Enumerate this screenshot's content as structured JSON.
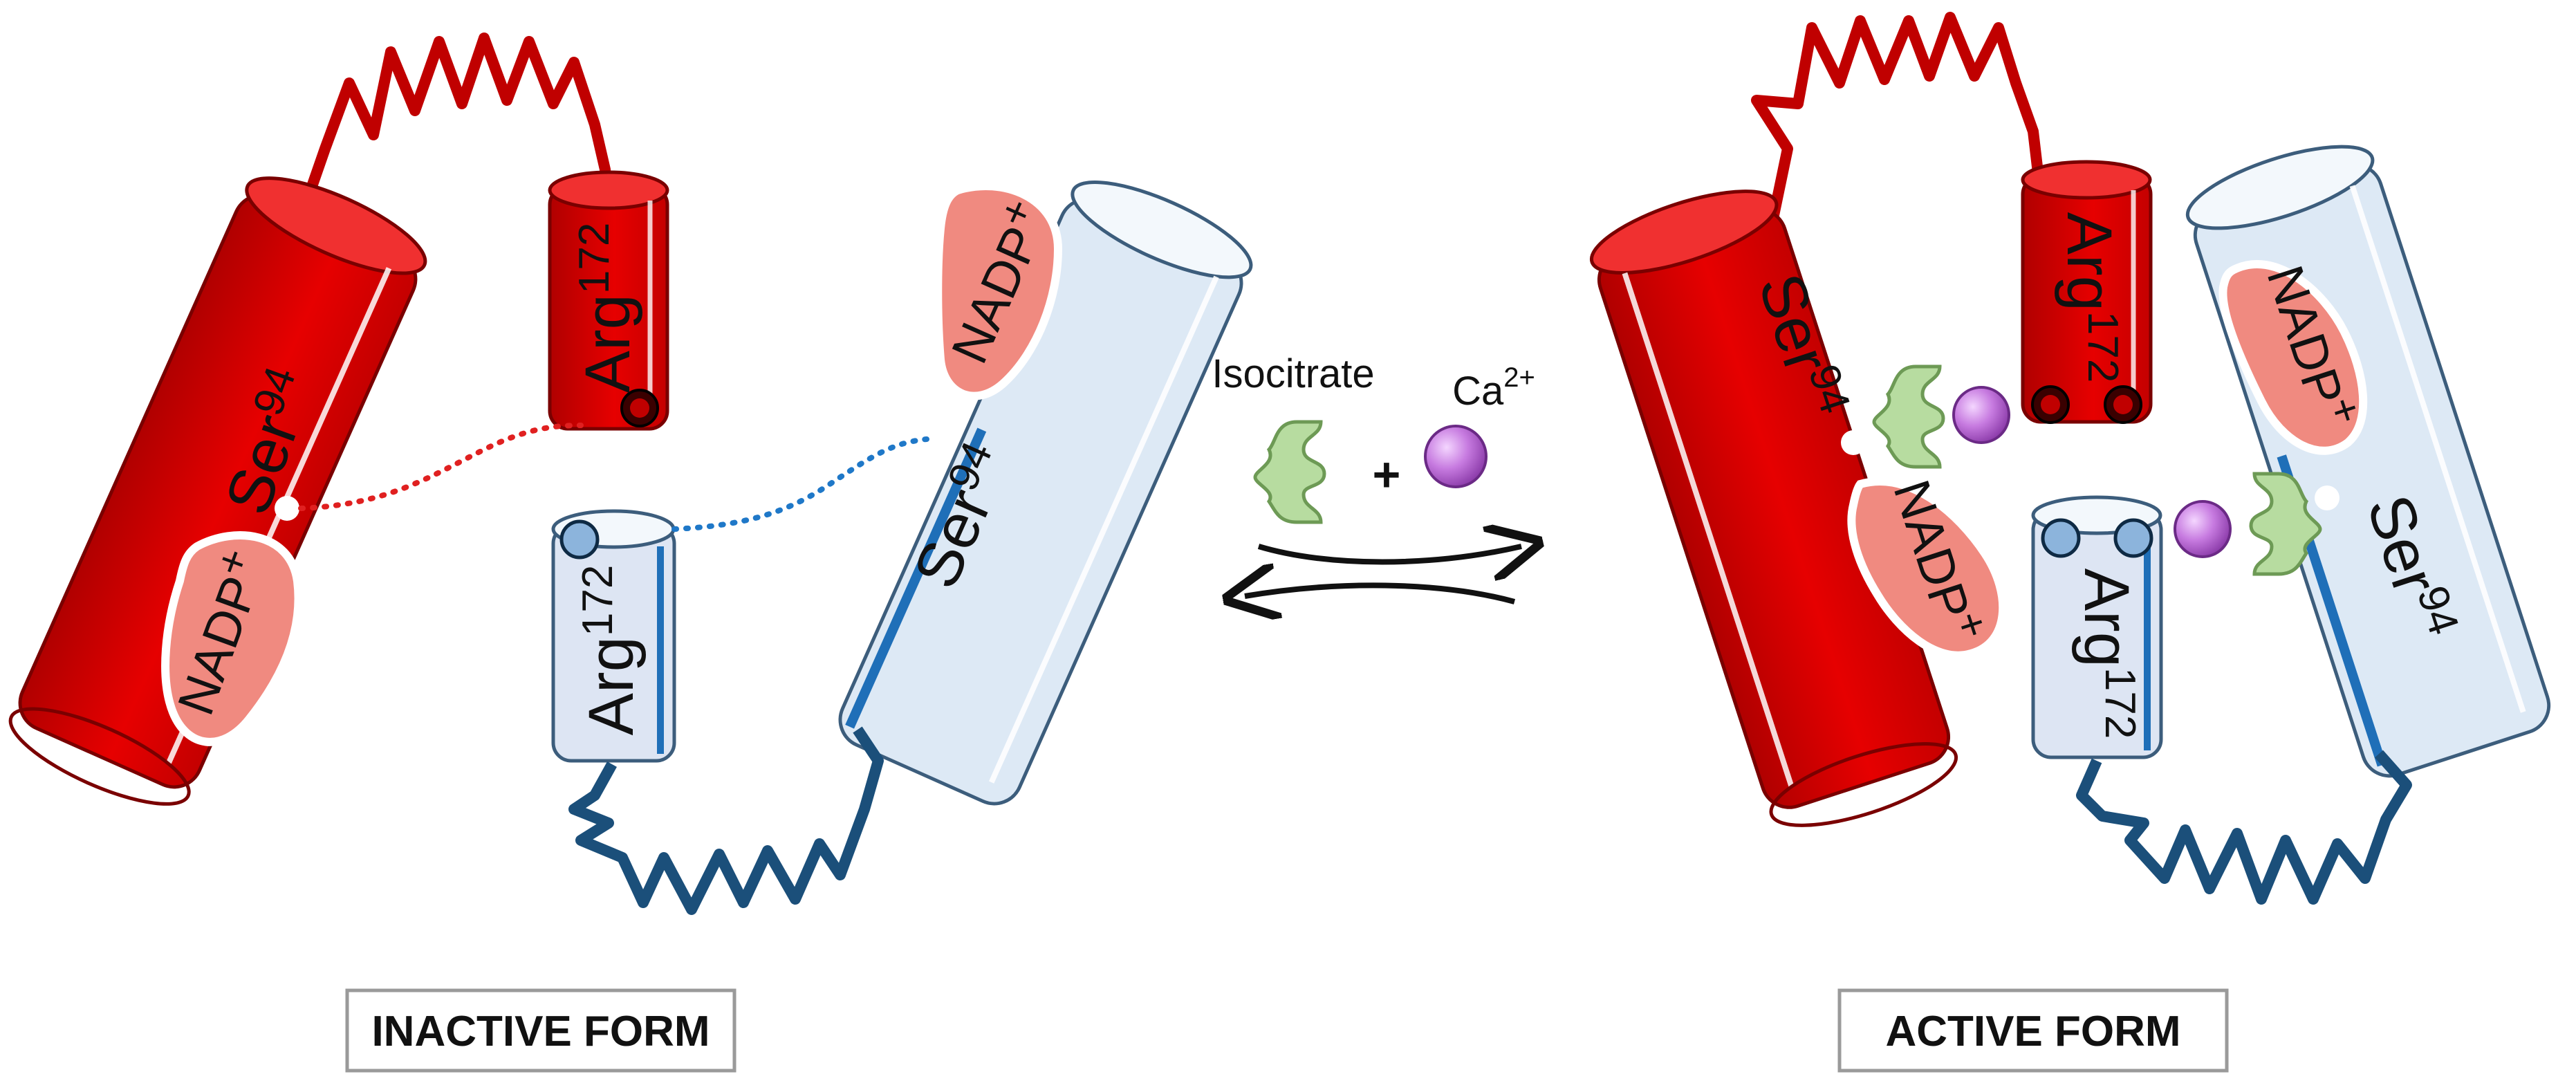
{
  "colors": {
    "red_domain": "#e00000",
    "red_dark": "#9c0000",
    "blue_domain": "#dde9f5",
    "blue_stripe": "#1f6fb8",
    "blue_dark": "#1b4f7a",
    "nadp_fill": "#f08a80",
    "isocitrate_fill": "#b7dca0",
    "calcium_fill": "#c77be0",
    "red_link": "#e02020",
    "blue_link": "#1f78c8"
  },
  "labels": {
    "ser_base": "Ser",
    "ser_sup": "94",
    "arg_base": "Arg",
    "arg_sup": "172",
    "nadp_base": "NADP",
    "nadp_sup": "+"
  },
  "legend": {
    "isocitrate": "Isocitrate",
    "calcium_base": "Ca",
    "calcium_sup": "2+",
    "plus": "+"
  },
  "forms": {
    "inactive": "INACTIVE FORM",
    "active": "ACTIVE FORM"
  },
  "icons": {
    "isocitrate": "isocitrate-bracket-icon",
    "calcium": "calcium-sphere-icon",
    "arrows": "equilibrium-arrows-icon"
  }
}
